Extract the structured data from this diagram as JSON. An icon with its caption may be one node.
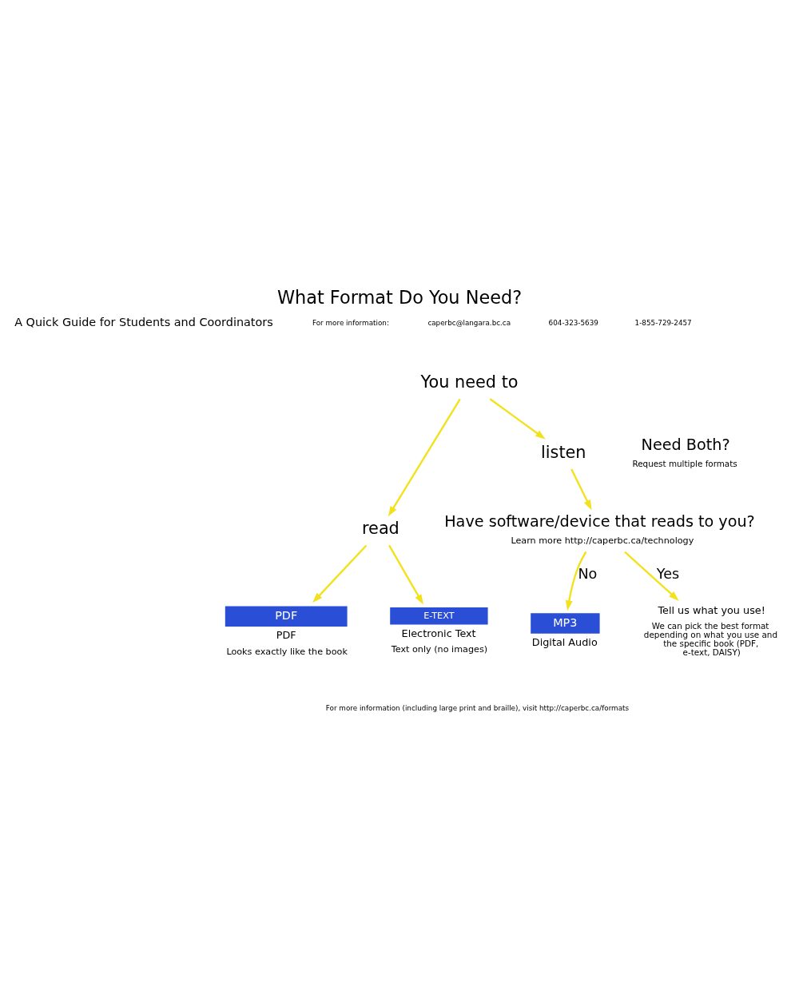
{
  "diagram": {
    "title": "What Format Do You Need?",
    "nodes": [
      {
        "text": [
          "You need to"
        ]
      },
      {
        "text": [
          "read"
        ]
      },
      {
        "text": [
          "listen"
        ]
      },
      {
        "text": [
          "Have software/device that reads to you?",
          "Learn more http://caperbc.ca/technology"
        ]
      },
      {
        "text": [
          "PDF",
          "PDF",
          "Looks exactly like the book"
        ]
      },
      {
        "text": [
          "E-TEXT",
          "Electronic Text",
          "Text only (no images)"
        ]
      },
      {
        "text": [
          "MP3",
          "Digital Audio"
        ]
      },
      {
        "text": [
          "Tell us what you use!",
          "We can pick the best format depending on what you use and the specific book (PDF, e-text, DAISY)"
        ]
      },
      {
        "text": [
          "Need Both?",
          "Request multiple formats"
        ]
      }
    ],
    "edges": [
      {
        "from": 0,
        "to": 1,
        "arrow": "to"
      },
      {
        "from": 0,
        "to": 2,
        "arrow": "to"
      },
      {
        "from": 1,
        "to": 4,
        "arrow": "to"
      },
      {
        "from": 1,
        "to": 5,
        "arrow": "to"
      },
      {
        "from": 2,
        "to": 3,
        "arrow": "to"
      },
      {
        "from": 3,
        "to": 6,
        "label": "No",
        "arrow": "to"
      },
      {
        "from": 3,
        "to": 7,
        "label": "Yes",
        "arrow": "to"
      }
    ],
    "labels": [
      "A Quick Guide for Students and Coordinators",
      "For more information:",
      "caperbc@langara.bc.ca",
      "604-323-5639",
      "1-855-729-2457",
      "For more information (including large print and braille), visit http://caperbc.ca/formats"
    ]
  }
}
